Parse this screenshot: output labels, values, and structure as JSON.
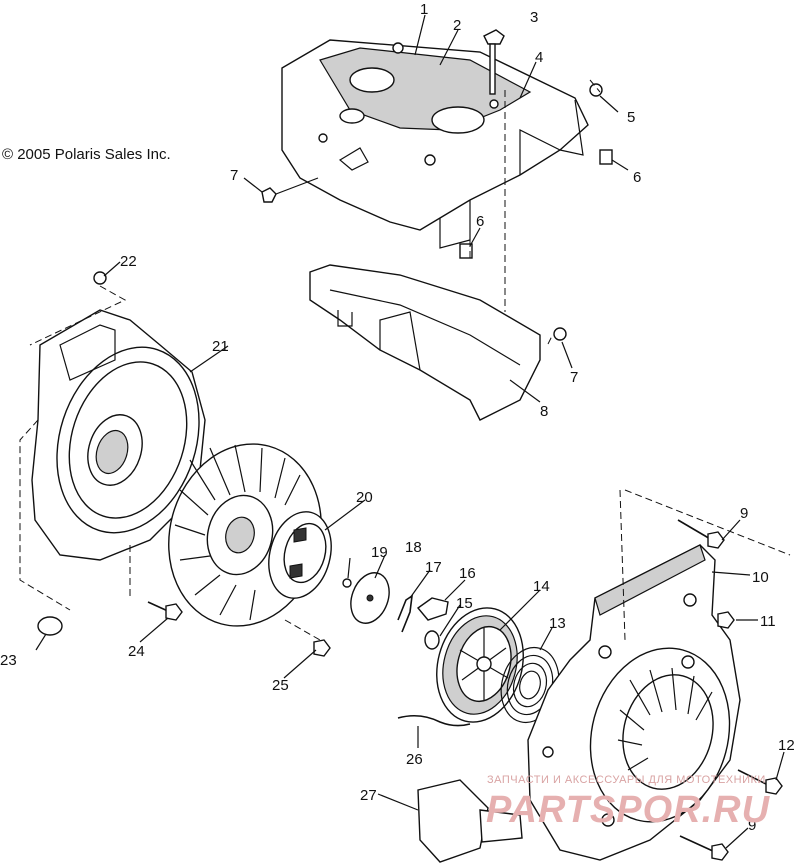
{
  "copyright": "© 2005 Polaris Sales Inc.",
  "callouts": [
    "1",
    "2",
    "3",
    "4",
    "5",
    "6",
    "6",
    "7",
    "7",
    "8",
    "9",
    "9",
    "10",
    "11",
    "12",
    "13",
    "14",
    "15",
    "16",
    "17",
    "18",
    "19",
    "20",
    "21",
    "22",
    "23",
    "24",
    "25",
    "26",
    "27"
  ],
  "watermark": {
    "line1": "ЗАПЧАСТИ И АКСЕССУАРЫ ДЛЯ МОТОТЕХНИКИ",
    "line2": "PARTSPOR.RU"
  }
}
